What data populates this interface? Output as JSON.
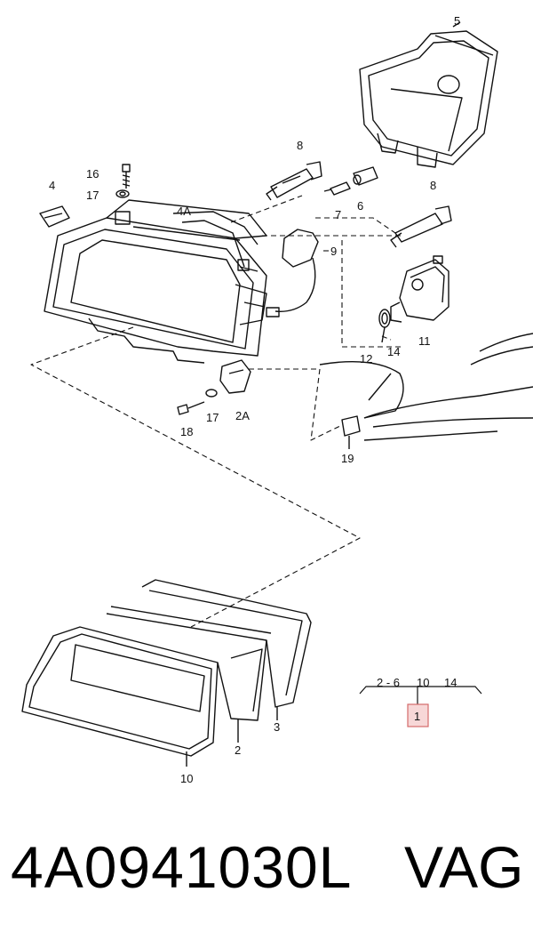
{
  "diagram": {
    "callouts": {
      "c5": "5",
      "c8_top": "8",
      "c16": "16",
      "c4": "4",
      "c17_top": "17",
      "c4a": "4A",
      "c7": "7",
      "c6": "6",
      "c8_right": "8",
      "c9": "9",
      "c11": "11",
      "c14": "14",
      "c12": "12",
      "c17_bottom": "17",
      "c2a": "2A",
      "c18": "18",
      "c19": "19",
      "c2": "2",
      "c3": "3",
      "c10": "10"
    },
    "legend": {
      "group_a": "2 - 6",
      "group_b": "10",
      "group_c": "14",
      "item": "1"
    }
  },
  "footer": {
    "part_number": "4A0941030L",
    "brand": "VAG"
  },
  "colors": {
    "legend_fill": "#f7d7d7",
    "legend_stroke": "#d46a6a"
  }
}
